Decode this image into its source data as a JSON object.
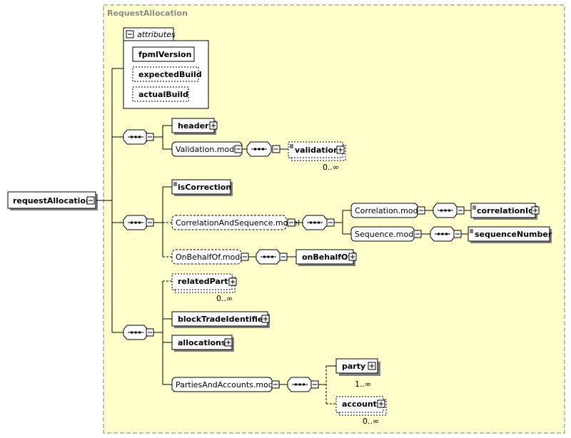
{
  "group": {
    "title": "RequestAllocation"
  },
  "root": {
    "label": "requestAllocation"
  },
  "attributes": {
    "title": "attributes",
    "items": [
      "fpmlVersion",
      "expectedBuild",
      "actualBuild"
    ]
  },
  "seq1": {
    "header": "header",
    "validation_model": "Validation.model",
    "validation": "validation",
    "validation_occurs": "0..∞"
  },
  "seq2": {
    "isCorrection": "isCorrection",
    "correlation_and_sequence_model": "CorrelationAndSequence.model",
    "correlation_model": "Correlation.model",
    "correlationId": "correlationId",
    "sequence_model": "Sequence.model",
    "sequenceNumber": "sequenceNumber",
    "onbehalfof_model": "OnBehalfOf.model",
    "onBehalfOf": "onBehalfOf"
  },
  "seq3": {
    "relatedParty": "relatedParty",
    "relatedParty_occurs": "0..∞",
    "blockTradeIdentifier": "blockTradeIdentifier",
    "allocations": "allocations",
    "parties_and_accounts_model": "PartiesAndAccounts.model",
    "party": "party",
    "party_occurs": "1..∞",
    "account": "account",
    "account_occurs": "0..∞"
  },
  "colors": {
    "group_fill": "#ffffcc",
    "border": "#000000",
    "shadow": "#808080"
  }
}
